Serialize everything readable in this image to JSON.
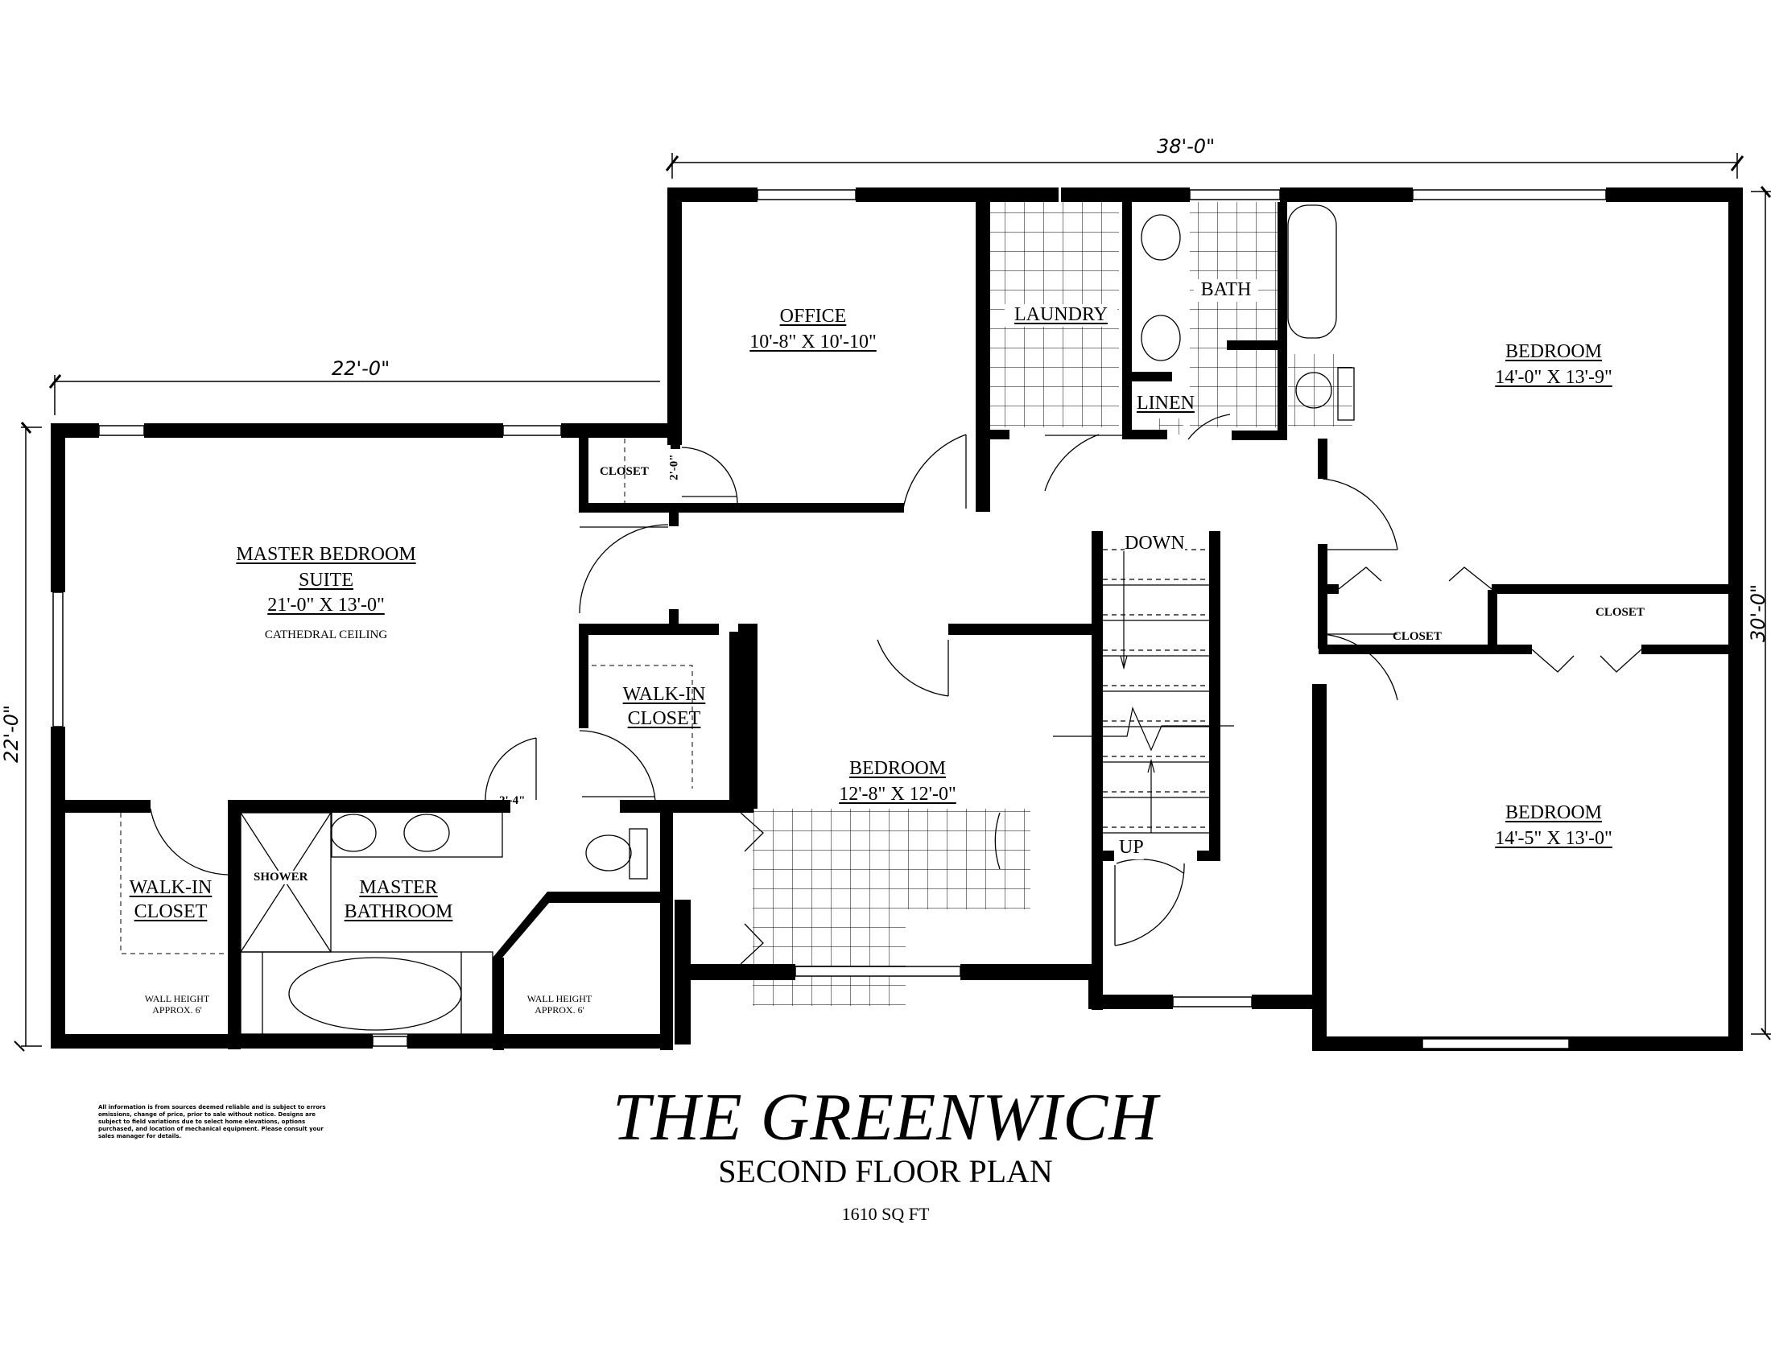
{
  "plan": {
    "name": "THE GREENWICH",
    "subtitle": "SECOND FLOOR PLAN",
    "area": "1610 SQ FT",
    "disclaimer": "All information is from sources deemed reliable and is subject to errors omissions, change of price, prior to sale without notice. Designs are subject to field variations due to select home elevations, options purchased, and location of mechanical equipment. Please consult your sales manager for details."
  },
  "dimensions": {
    "overall_width_right": "38'-0\"",
    "overall_width_left": "22'-0\"",
    "depth_left": "22'-0\"",
    "depth_right": "30'-0\"",
    "closet_door": "2'-0\"",
    "bath_door": "2'-4\""
  },
  "rooms": {
    "master": {
      "name_line1": "MASTER BEDROOM",
      "name_line2": "SUITE",
      "size": "21'-0\" X 13'-0\"",
      "note": "CATHEDRAL CEILING"
    },
    "office": {
      "name": "OFFICE",
      "size": "10'-8\" X 10'-10\""
    },
    "laundry": {
      "name": "LAUNDRY"
    },
    "bath": {
      "name": "BATH"
    },
    "linen": {
      "name": "LINEN"
    },
    "bedroom_ne": {
      "name": "BEDROOM",
      "size": "14'-0\" X 13'-9\""
    },
    "bedroom_mid": {
      "name": "BEDROOM",
      "size": "12'-8\" X 12'-0\""
    },
    "bedroom_se": {
      "name": "BEDROOM",
      "size": "14'-5\" X 13'-0\""
    },
    "closet_small": {
      "name": "CLOSET"
    },
    "walkin_upper": {
      "name_line1": "WALK-IN",
      "name_line2": "CLOSET"
    },
    "walkin_lower": {
      "name_line1": "WALK-IN",
      "name_line2": "CLOSET"
    },
    "master_bath": {
      "name_line1": "MASTER",
      "name_line2": "BATHROOM"
    },
    "shower": {
      "name": "SHOWER"
    },
    "closet_east1": {
      "name": "CLOSET"
    },
    "closet_east2": {
      "name": "CLOSET"
    }
  },
  "stairs": {
    "down": "DOWN",
    "up": "UP"
  },
  "notes": {
    "wall_height_left_l1": "WALL HEIGHT",
    "wall_height_left_l2": "APPROX. 6'",
    "wall_height_right_l1": "WALL HEIGHT",
    "wall_height_right_l2": "APPROX. 6'"
  }
}
